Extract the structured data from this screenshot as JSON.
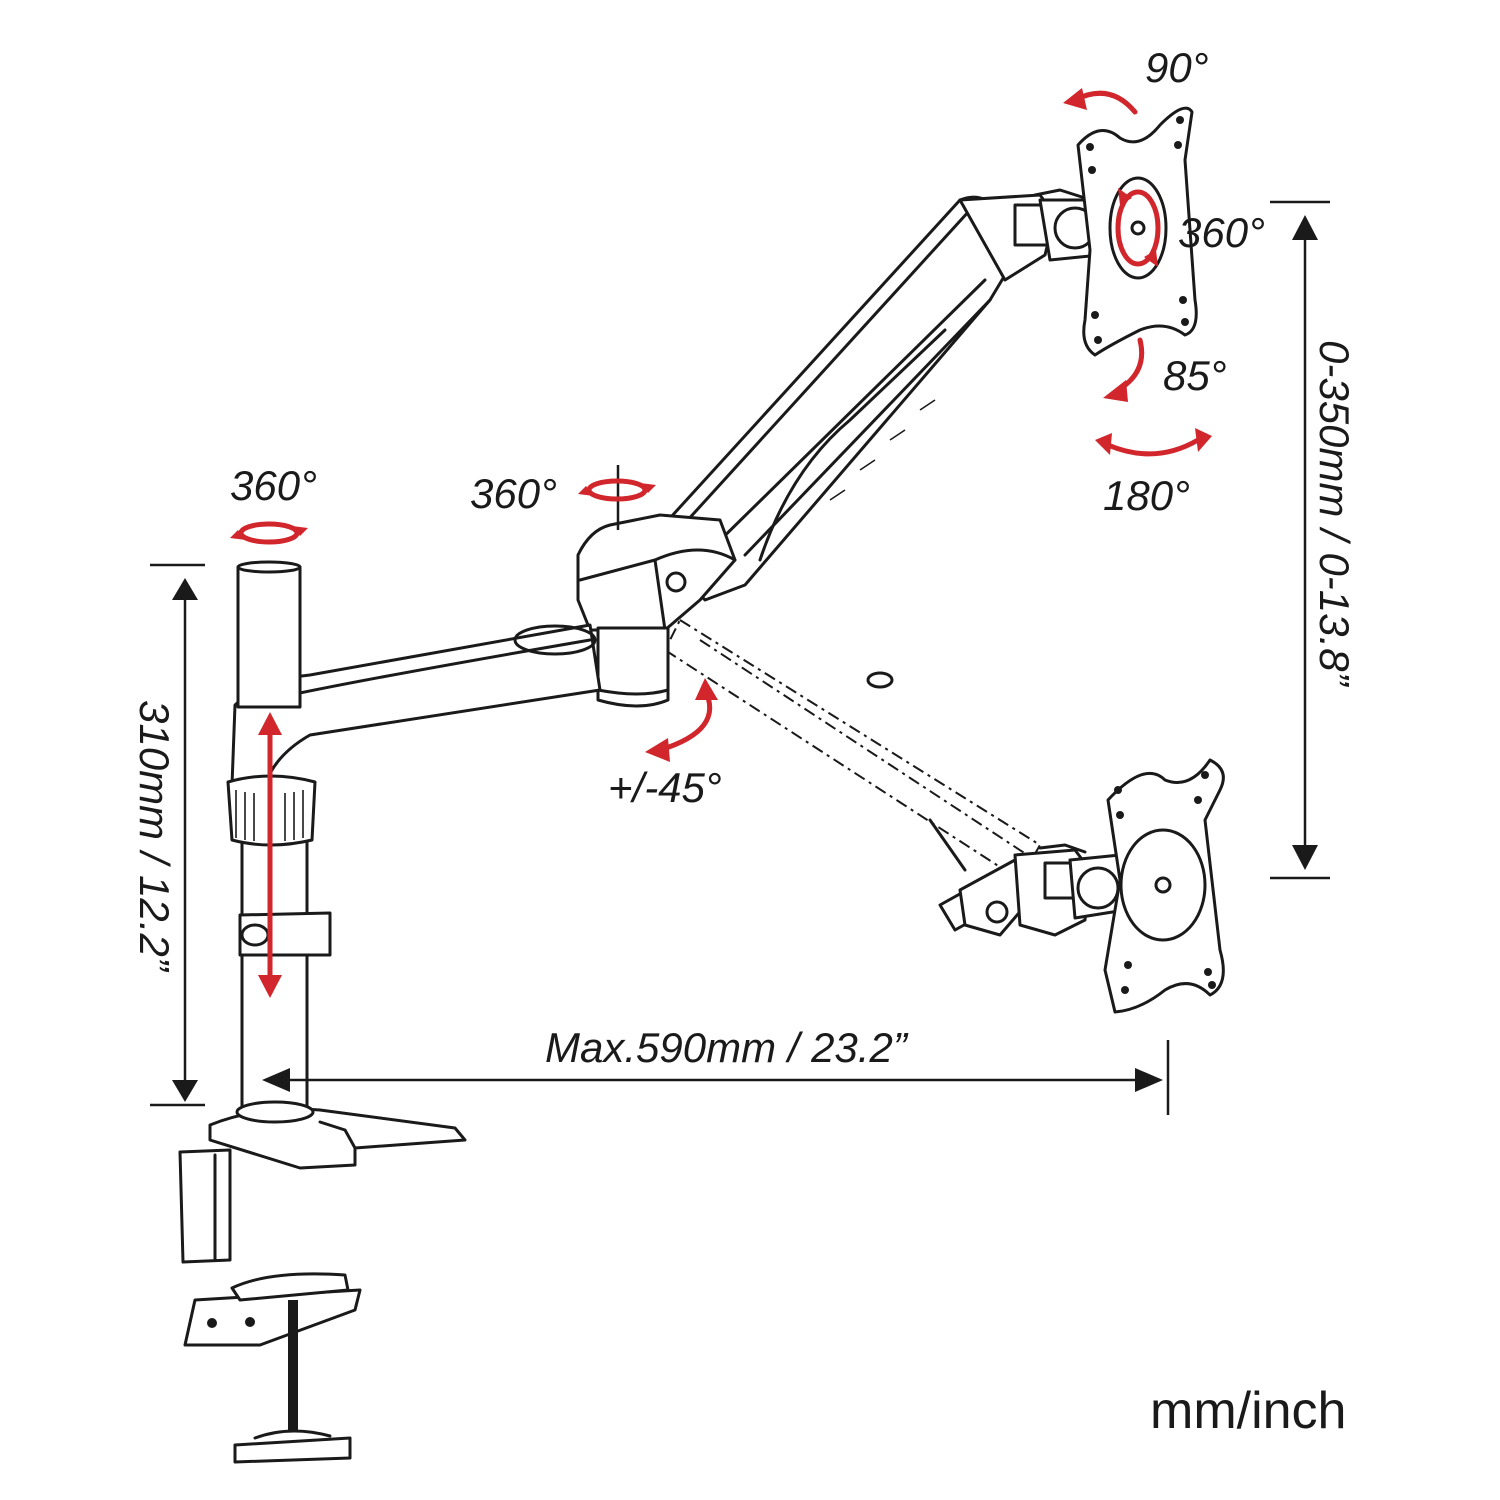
{
  "labels": {
    "pole_rotation": "360°",
    "elbow_rotation": "360°",
    "head_tilt_top": "90°",
    "head_rotation": "360°",
    "head_tilt_down": "85°",
    "head_swivel": "180°",
    "arm_tilt": "+/-45°",
    "pole_height": "310mm / 12.2”",
    "vertical_range": "0-350mm / 0-13.8”",
    "max_reach": "Max.590mm / 23.2”",
    "units": "mm/inch"
  },
  "colors": {
    "line": "#1a1a1a",
    "accent_arrows": "#d0262c",
    "background": "#ffffff"
  }
}
